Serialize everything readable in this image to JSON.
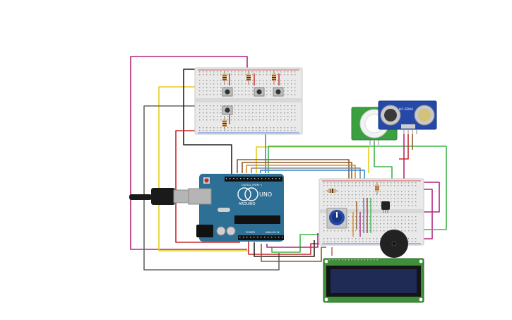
{
  "arduino": {
    "brand_label": "ARDUINO",
    "model_label": "UNO",
    "digital_label": "DIGITAL (PWM~)",
    "power_label": "POWER",
    "analog_label": "ANALOG IN"
  },
  "ultrasonic_sensor": {
    "model_label": "HC-SR04"
  },
  "colors": {
    "arduino_board": "#2e6f95",
    "breadboard": "#e9e9e9",
    "lcd_pcb": "#3f8f3a",
    "lcd_screen": "#1f2a55",
    "pir_pcb": "#3aa040",
    "ultrasonic_pcb": "#2549a8",
    "wire_magenta": "#b0267a",
    "wire_yellow": "#e8cc1c",
    "wire_black": "#222222",
    "wire_grey": "#666666",
    "wire_red": "#c8282a",
    "wire_green": "#3db54a",
    "wire_blue": "#2e8bd8",
    "wire_brown": "#8a5a2b",
    "wire_orange": "#e08a24"
  }
}
